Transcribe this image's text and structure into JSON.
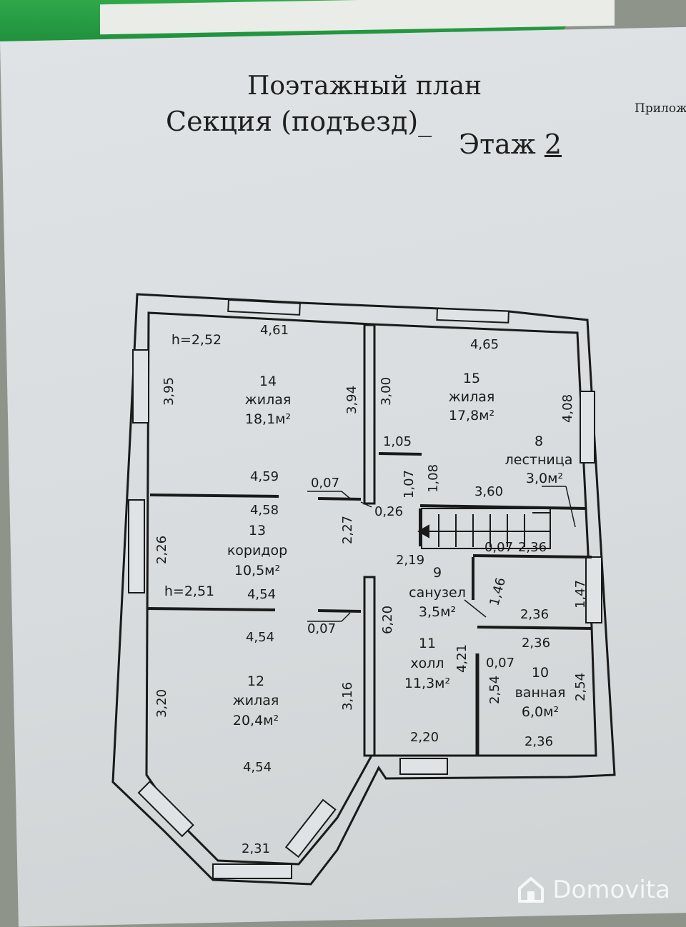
{
  "header": {
    "title_line1": "Поэтажный план",
    "section_label": "Секция (подъезд)_",
    "floor_label": "Этаж",
    "floor_value": "2",
    "appendix": "Прилож"
  },
  "rooms": {
    "r14": {
      "num": "14",
      "type": "жилая",
      "area": "18,1м²",
      "height": "h=2,52"
    },
    "r15": {
      "num": "15",
      "type": "жилая",
      "area": "17,8м²"
    },
    "r8": {
      "num": "8",
      "type": "лестница",
      "area": "3,0м²"
    },
    "r13": {
      "num": "13",
      "type": "коридор",
      "area": "10,5м²",
      "height": "h=2,51"
    },
    "r9": {
      "num": "9",
      "type": "санузел",
      "area": "3,5м²"
    },
    "r11": {
      "num": "11",
      "type": "холл",
      "area": "11,3м²"
    },
    "r10": {
      "num": "10",
      "type": "ванная",
      "area": "6,0м²"
    },
    "r12": {
      "num": "12",
      "type": "жилая",
      "area": "20,4м²"
    }
  },
  "dims": {
    "d461": "4,61",
    "d465": "4,65",
    "d395": "3,95",
    "d394": "3,94",
    "d300": "3,00",
    "d408": "4,08",
    "d105": "1,05",
    "d459": "4,59",
    "d007a": "0,07",
    "d107": "1,07",
    "d108": "1,08",
    "d360": "3,60",
    "d458": "4,58",
    "d026": "0,26",
    "d226": "2,26",
    "d227": "2,27",
    "d219": "2,19",
    "d007b": "0,07",
    "d236a": "2,36",
    "d454a": "4,54",
    "d146": "1,46",
    "d147": "1,47",
    "d236b": "2,36",
    "d007c": "0,07",
    "d620": "6,20",
    "d454b": "4,54",
    "d236c": "2,36",
    "d421": "4,21",
    "d007d": "0,07",
    "d320": "3,20",
    "d316": "3,16",
    "d254a": "2,54",
    "d254b": "2,54",
    "d220": "2,20",
    "d236d": "2,36",
    "d454c": "4,54",
    "d231": "2,31"
  },
  "watermark": {
    "text": "Domovita",
    "icon": "house-logo-icon"
  }
}
